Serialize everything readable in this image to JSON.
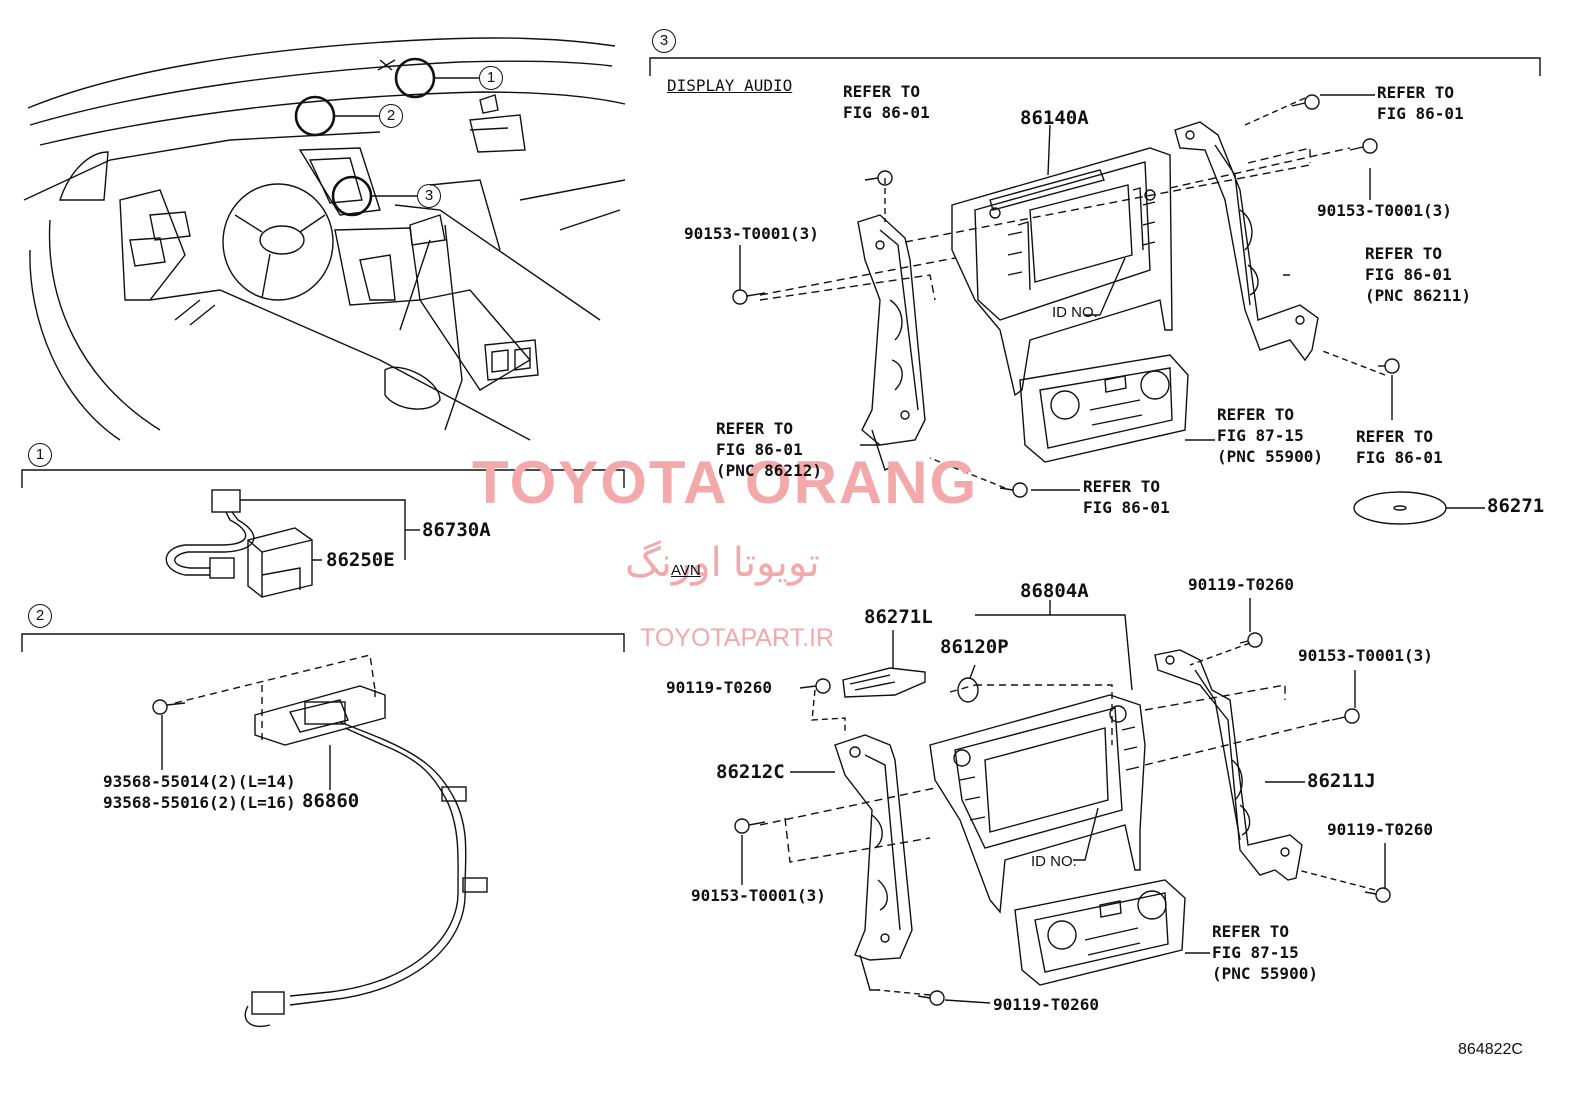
{
  "sections": {
    "s1": "1",
    "s2": "2",
    "s3": "3"
  },
  "overview": {
    "c1": "1",
    "c2": "2",
    "c3": "3"
  },
  "watermark": {
    "brand": "TOYOTA ORANG",
    "persian": "تویوتا اورنگ",
    "site": "TOYOTAPART.IR",
    "color": "#f3a9a9"
  },
  "group1": {
    "harness": "86730A",
    "module": "86250E"
  },
  "group2": {
    "screw1": "93568-55014(2)(L=14)",
    "screw2": "93568-55016(2)(L=16)",
    "unit": "86860"
  },
  "display_audio": {
    "title": "DISPLAY AUDIO",
    "head_unit": "86140A",
    "ref_top_left": "REFER TO\nFIG 86-01",
    "ref_top_right": "REFER TO\nFIG 86-01",
    "screw_left": "90153-T0001(3)",
    "screw_right": "90153-T0001(3)",
    "ref_right_bracket": "REFER TO\nFIG 86-01\n(PNC 86211)",
    "id_no": "ID NO.",
    "ref_left_bracket": "REFER TO\nFIG 86-01\n(PNC 86212)",
    "ref_climate": "REFER TO\nFIG 87-15\n(PNC 55900)",
    "ref_bottom_right": "REFER TO\nFIG 86-01",
    "ref_bottom_center": "REFER TO\nFIG 86-01",
    "disc": "86271"
  },
  "avn": {
    "title": "AVN",
    "nav_unit": "86804A",
    "screw_top": "90119-T0260",
    "bracket_small": "86271L",
    "knob": "86120P",
    "screw_left_top": "90119-T0260",
    "screw_right_top": "90153-T0001(3)",
    "left_bracket": "86212C",
    "right_bracket": "86211J",
    "screw_right_bottom": "90119-T0260",
    "screw_left_bottom": "90153-T0001(3)",
    "id_no": "ID NO.",
    "ref_climate": "REFER TO\nFIG 87-15\n(PNC 55900)",
    "screw_bottom": "90119-T0260"
  },
  "figure_id": "864822C"
}
